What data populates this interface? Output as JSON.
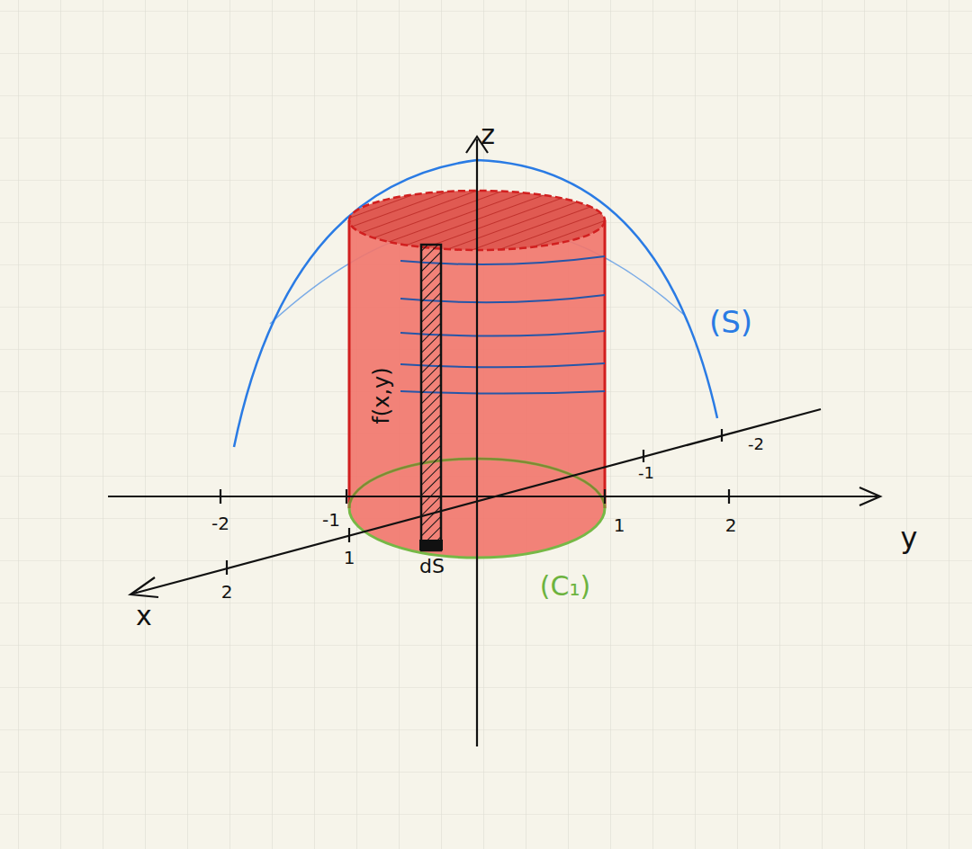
{
  "diagram": {
    "labels": [
      "z",
      "y",
      "x",
      "-2",
      "-1",
      "1",
      "2",
      "1",
      "2",
      "-1",
      "-2",
      "(S)",
      "(C₁)",
      "f(x,y)",
      "dS"
    ]
  }
}
